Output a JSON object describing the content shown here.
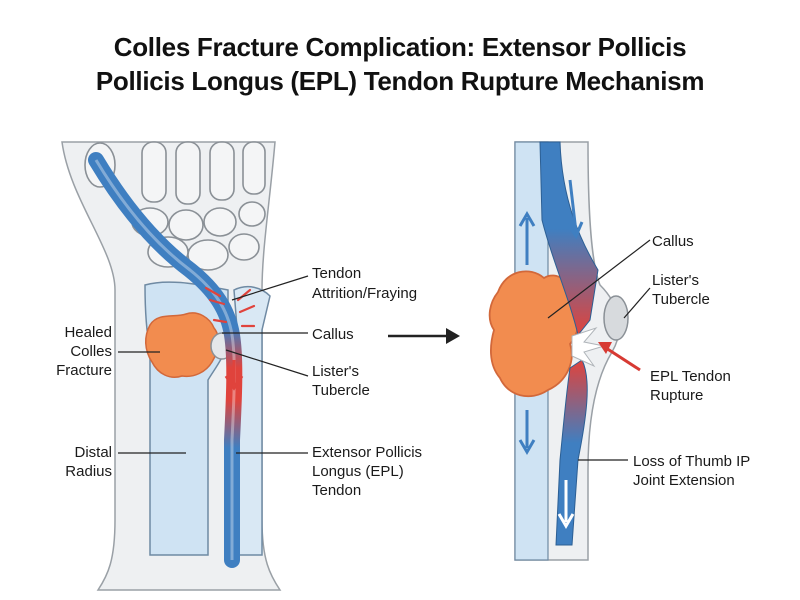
{
  "title": {
    "line1": "Colles Fracture Complication: Extensor Pollicis",
    "line2": "Pollicis Longus (EPL) Tendon Rupture Mechanism"
  },
  "left_panel": {
    "labels": {
      "tendon_attrition_1": "Tendon",
      "tendon_attrition_2": "Attrition/Fraying",
      "callus": "Callus",
      "listers_1": "Lister's",
      "listers_2": "Tubercle",
      "healed_1": "Healed",
      "healed_2": "Colles",
      "healed_3": "Fracture",
      "distal_1": "Distal",
      "distal_2": "Radius",
      "epl_1": "Extensor Pollicis",
      "epl_2": "Longus (EPL)",
      "epl_3": "Tendon"
    }
  },
  "right_panel": {
    "labels": {
      "callus": "Callus",
      "listers_1": "Lister's",
      "listers_2": "Tubercle",
      "rupture_1": "EPL Tendon",
      "rupture_2": "Rupture",
      "loss_1": "Loss of Thumb IP",
      "loss_2": "Joint Extension"
    }
  },
  "colors": {
    "bone_light": "#eef0f2",
    "bone_blue": "#cfe3f3",
    "tendon_blue": "#3f7fc1",
    "tendon_red": "#e0433c",
    "callus_orange": "#f28c4f",
    "outline": "#555a60"
  }
}
